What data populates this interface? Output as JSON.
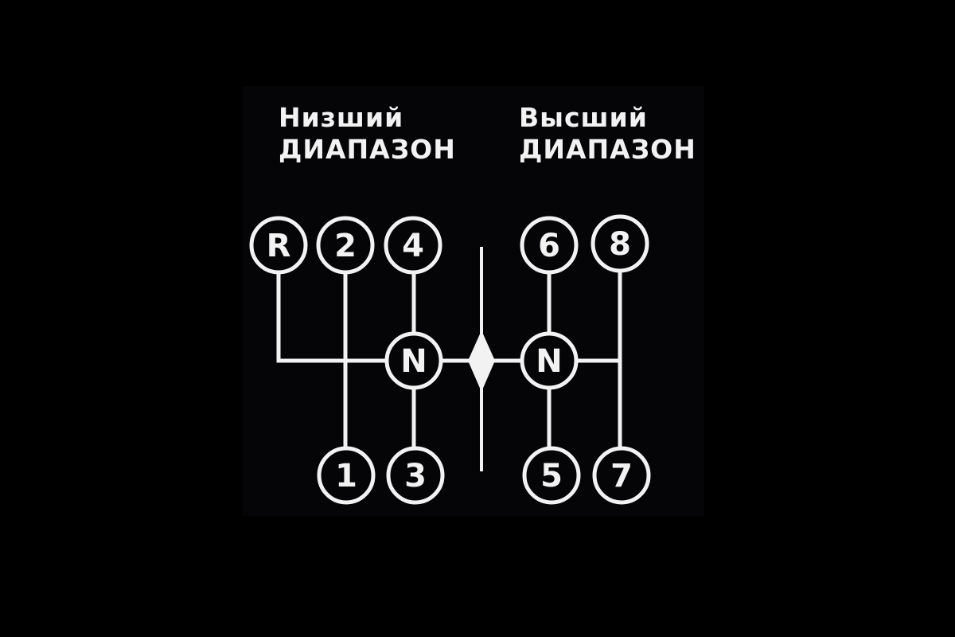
{
  "low_range": {
    "line1": "Низший",
    "line2": "ДИАПАЗОН"
  },
  "high_range": {
    "line1": "Высший",
    "line2": "ДИАПАЗОН"
  },
  "gears": {
    "reverse": "R",
    "g1": "1",
    "g2": "2",
    "g3": "3",
    "g4": "4",
    "g5": "5",
    "g6": "6",
    "g7": "7",
    "g8": "8",
    "neutral_low": "N",
    "neutral_high": "N"
  },
  "colors": {
    "background": "#000000",
    "foreground": "#f2f2f2"
  }
}
